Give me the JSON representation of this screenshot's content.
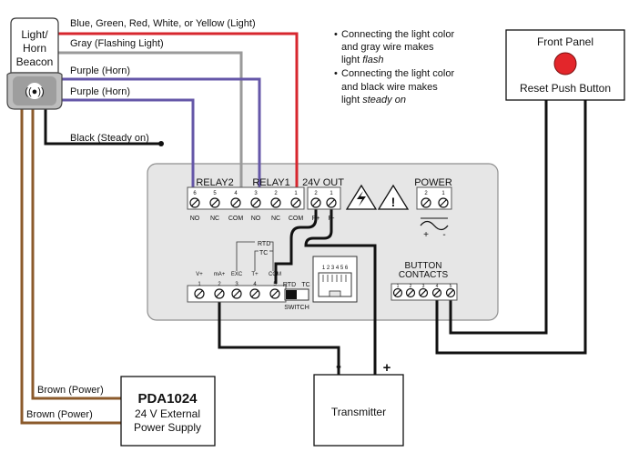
{
  "beacon": {
    "label_line1": "Light/",
    "label_line2": "Horn",
    "label_line3": "Beacon",
    "symbol": "((●))"
  },
  "wires": {
    "light_color": "Blue, Green, Red, White, or Yellow (Light)",
    "gray": "Gray (Flashing Light)",
    "purple1": "Purple (Horn)",
    "purple2": "Purple (Horn)",
    "black": "Black (Steady on)",
    "brown1": "Brown (Power)",
    "brown2": "Brown (Power)"
  },
  "notes": {
    "bullet": "•",
    "n1_line1": "Connecting the light color",
    "n1_line2": "and gray wire makes",
    "n1_line3_pre": "light ",
    "n1_line3_em": "flash",
    "n2_line1": "Connecting the light color",
    "n2_line2": "and black wire makes",
    "n2_line3_pre": "light ",
    "n2_line3_em": "steady on"
  },
  "front_panel": {
    "title": "Front Panel",
    "subtitle": "Reset Push Button"
  },
  "meter": {
    "relay2": "RELAY2",
    "relay1": "RELAY1",
    "out24": "24V OUT",
    "power": "POWER",
    "relay_nums": [
      "6",
      "5",
      "4",
      "3",
      "2",
      "1"
    ],
    "relay_names": [
      "NO",
      "NC",
      "COM",
      "NO",
      "NC",
      "COM"
    ],
    "out_nums": [
      "2",
      "1"
    ],
    "out_names": [
      "P+",
      "P-"
    ],
    "power_nums": [
      "2",
      "1"
    ],
    "power_plus": "+",
    "power_minus": "-",
    "input_names": [
      "V+",
      "mA+",
      "EXC",
      "T+",
      "COM"
    ],
    "input_nums": [
      "1",
      "2",
      "3",
      "4",
      "5"
    ],
    "rtd_tag": "RTD",
    "tc_tag": "TC",
    "switch_rtd": "RTD",
    "switch_tc": "TC",
    "switch_label": "SWITCH",
    "rj_pins": "1 2 3 4 5 6",
    "button_contacts_1": "BUTTON",
    "button_contacts_2": "CONTACTS",
    "bc_nums": [
      "1",
      "2",
      "3",
      "4",
      "5"
    ]
  },
  "pda": {
    "title": "PDA1024",
    "line2": "24 V External",
    "line3": "Power Supply"
  },
  "transmitter": {
    "label": "Transmitter",
    "minus": "-",
    "plus": "+"
  },
  "colors": {
    "red": "#d7262e",
    "gray": "#9a9a9a",
    "purple": "#6557a8",
    "brown": "#8b5a2b",
    "black": "#111111",
    "panel": "#e6e6e6"
  }
}
